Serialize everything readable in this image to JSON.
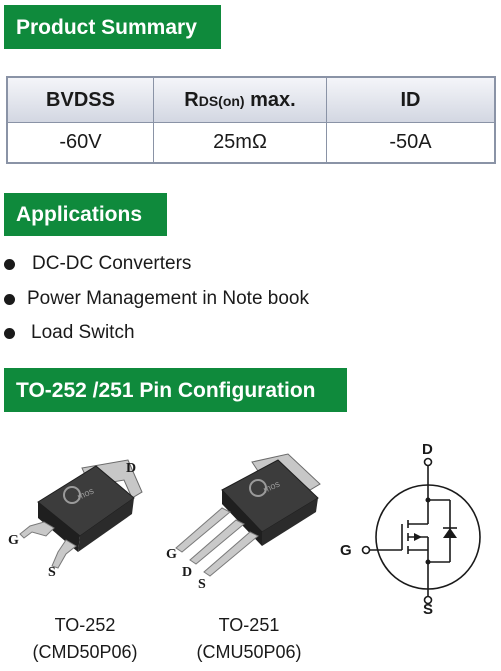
{
  "product_summary": {
    "title": "Product Summary",
    "headers": {
      "bvdss": "BVDSS",
      "rds_main": "R",
      "rds_sub": "DS(on)",
      "rds_suffix": " max.",
      "id": "ID"
    },
    "values": {
      "bvdss": "-60V",
      "rds": "25mΩ",
      "id": "-50A"
    }
  },
  "applications": {
    "title": "Applications",
    "items": [
      "DC-DC Converters",
      "Power Management in Note book",
      "Load Switch"
    ]
  },
  "pin_configuration": {
    "title": "TO-252 /251 Pin Configuration",
    "to252": {
      "name": "TO-252",
      "part": "(CMD50P06)",
      "pin_g": "G",
      "pin_d": "D",
      "pin_s": "S",
      "logo": "mos"
    },
    "to251": {
      "name": "TO-251",
      "part": "(CMU50P06)",
      "pin_g": "G",
      "pin_d": "D",
      "pin_s": "S",
      "logo": "mos"
    },
    "schematic": {
      "pin_d": "D",
      "pin_g": "G",
      "pin_s": "S"
    }
  },
  "colors": {
    "banner": "#0f8a3c",
    "table_border": "#8a93a6"
  }
}
